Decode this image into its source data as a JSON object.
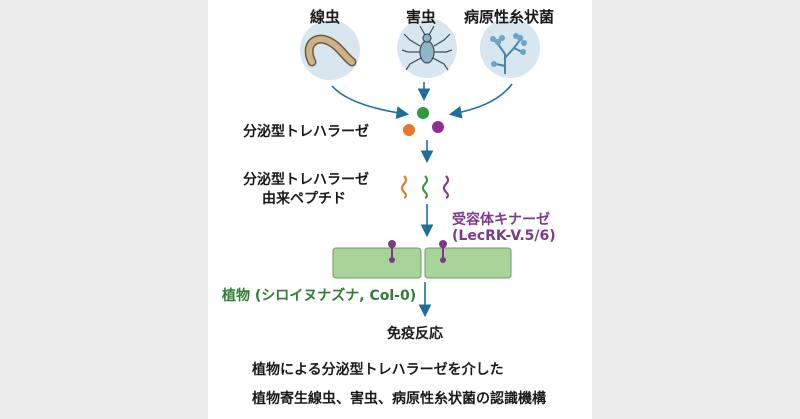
{
  "organisms": {
    "nematode": "線虫",
    "insect": "害虫",
    "fungus": "病原性糸状菌"
  },
  "steps": {
    "enzyme": "分泌型トレハラーゼ",
    "peptide_line1": "分泌型トレハラーゼ",
    "peptide_line2": "由来ペプチド",
    "receptor_line1": "受容体キナーゼ",
    "receptor_line2": "(LecRK-V.5/6)",
    "plant": "植物 (シロイヌナズナ, Col-0)",
    "immunity": "免疫反応"
  },
  "caption": {
    "line1": "植物による分泌型トレハラーゼを介した",
    "line2": "植物寄生線虫、害虫、病原性糸状菌の認識機構"
  },
  "colors": {
    "arrow": "#1f6f99",
    "dot_green": "#2e9a3a",
    "dot_orange": "#e8772a",
    "dot_purple": "#8e2f8f",
    "cell_fill": "#a8d49a",
    "receptor": "#7b3a8c",
    "plant_label": "#2f7d32"
  },
  "icons": [
    "nematode-icon",
    "insect-icon",
    "fungus-icon"
  ]
}
